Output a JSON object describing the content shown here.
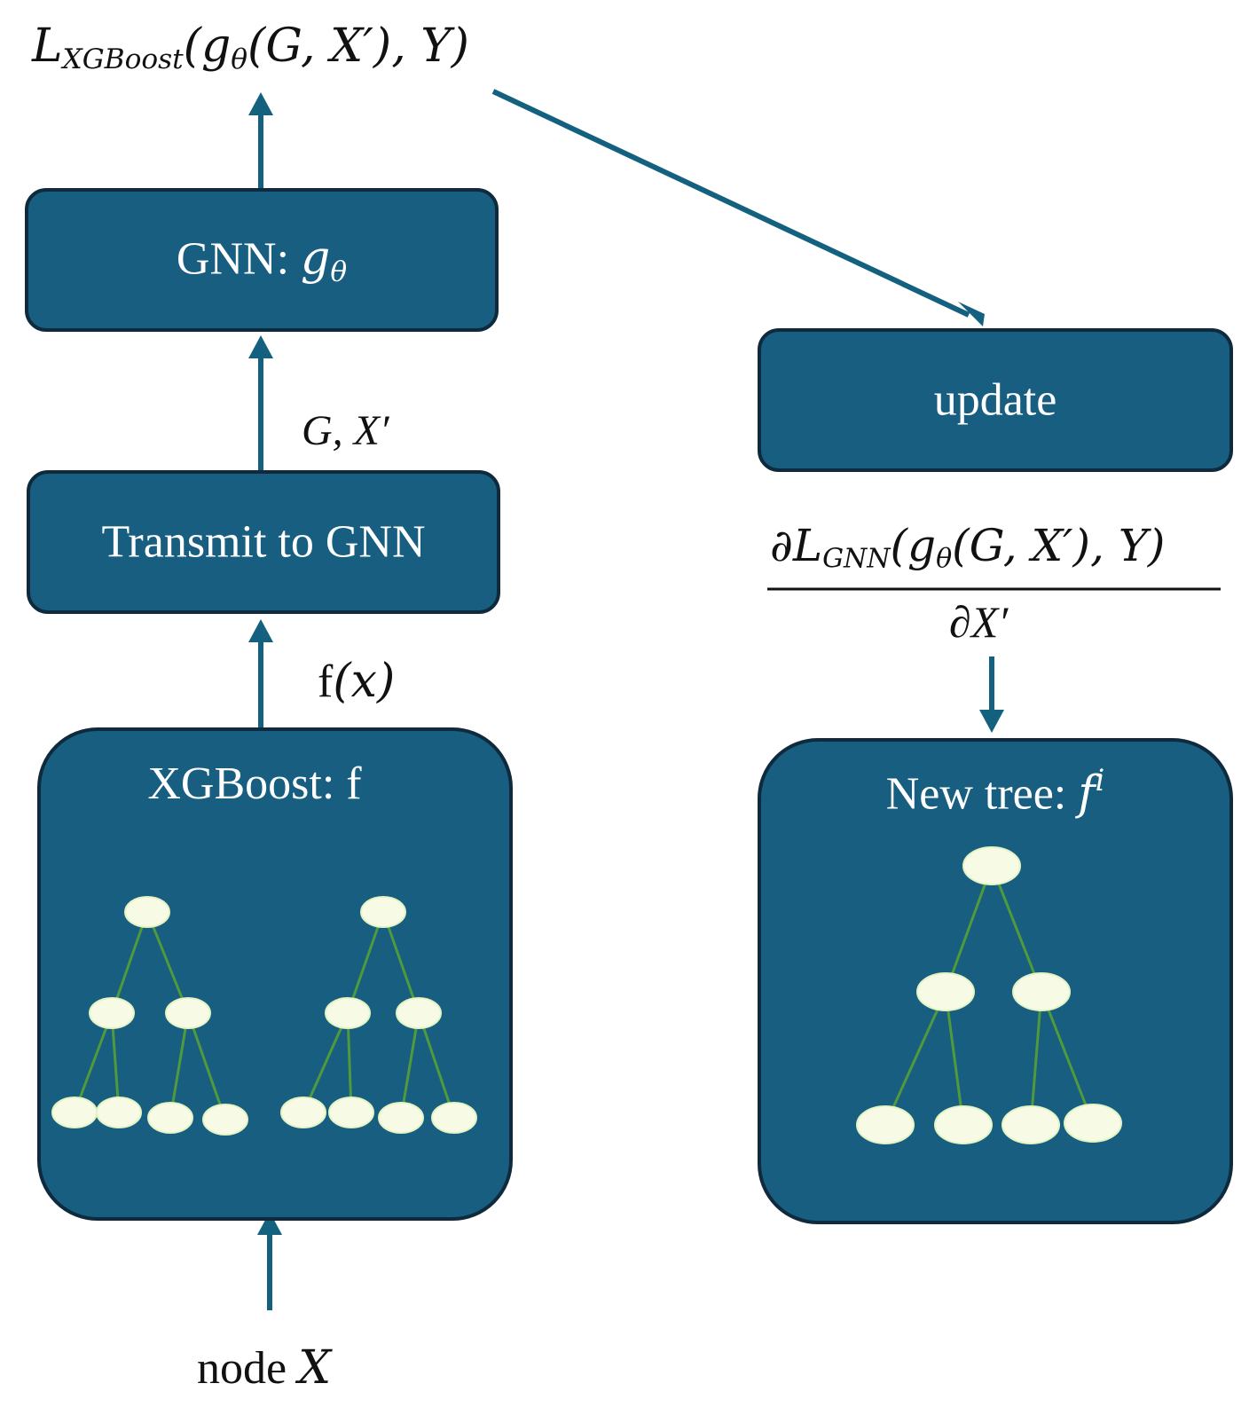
{
  "colors": {
    "box_fill": "#175e80",
    "box_border": "#0f2a3d",
    "arrow": "#14617f",
    "tree_node": "#f7fbe6",
    "tree_edge": "#4f9a3c"
  },
  "loss_xgb": {
    "L": "L",
    "sub": "XGBoost",
    "args_prefix": "(",
    "g": "g",
    "theta": "θ",
    "args_rest": "(G, X′), Y)"
  },
  "gnn_box": {
    "prefix": "GNN: ",
    "g": "g",
    "theta": "θ"
  },
  "gx_label": "G, X′",
  "transmit_box": {
    "label": "Transmit to GNN"
  },
  "fx_label": {
    "f": "f",
    "arg": "(x)"
  },
  "xgboost_box": {
    "label": "XGBoost: f"
  },
  "node_label": {
    "prefix": "node ",
    "var": "X"
  },
  "update_box": {
    "label": "update"
  },
  "gradient": {
    "num_d": "∂",
    "num_L": "L",
    "num_sub": "GNN",
    "num_open": "(",
    "num_g": "g",
    "num_theta": "θ",
    "num_rest": "(G, X′), Y)",
    "den": "∂X′"
  },
  "newtree_box": {
    "prefix": "New tree: ",
    "f": "f",
    "sup": "i"
  }
}
